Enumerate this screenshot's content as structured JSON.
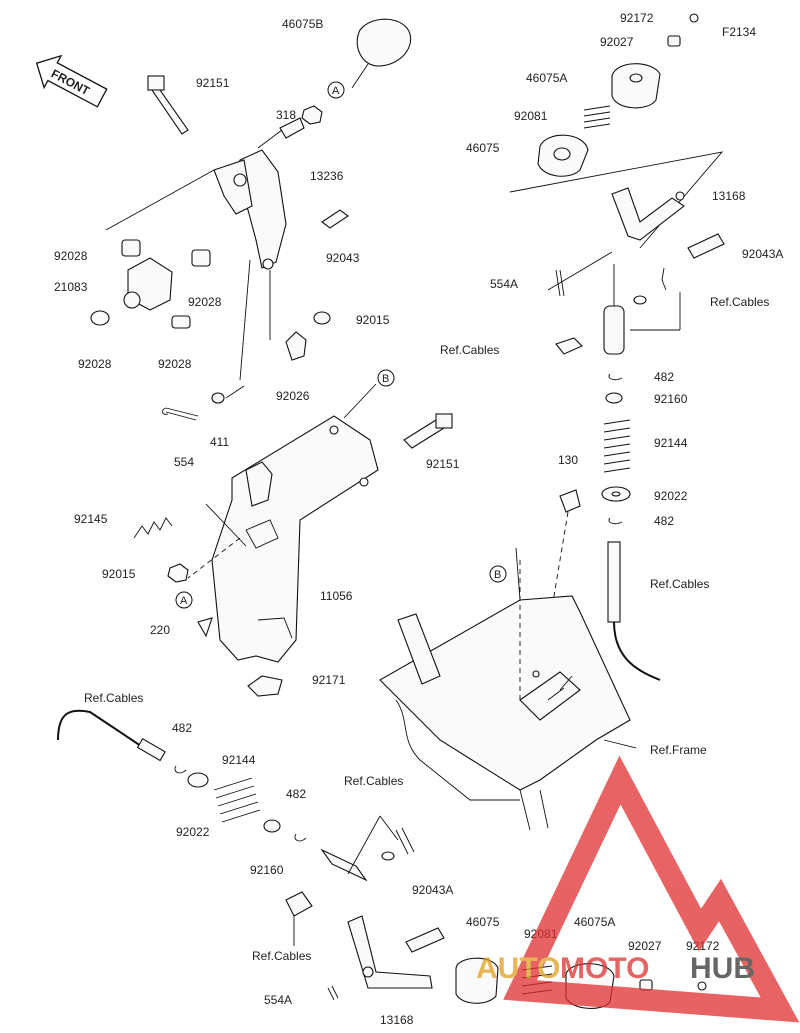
{
  "figure_code": "F2134",
  "front_label": "FRONT",
  "callout_a": "A",
  "callout_b": "B",
  "labels": {
    "p46075B": "46075B",
    "p92151_top": "92151",
    "p318": "318",
    "p13236": "13236",
    "p92028_1": "92028",
    "p21083": "21083",
    "p92028_2": "92028",
    "p92028_3": "92028",
    "p92028_4": "92028",
    "p92043": "92043",
    "p92015_top": "92015",
    "p92026": "92026",
    "p411": "411",
    "p554": "554",
    "p92151_mid": "92151",
    "p92145": "92145",
    "p92015_mid": "92015",
    "p11056": "11056",
    "p220": "220",
    "p92171": "92171",
    "p92172_top": "92172",
    "p92027_top": "92027",
    "p46075A_top": "46075A",
    "p92081_top": "92081",
    "p46075_top": "46075",
    "p13168_top": "13168",
    "p92043A_top": "92043A",
    "p554A_top": "554A",
    "refcables_r1": "Ref.Cables",
    "refcables_r2": "Ref.Cables",
    "p482_r1": "482",
    "p92160_r": "92160",
    "p92144_r": "92144",
    "p130": "130",
    "p92022_r": "92022",
    "p482_r2": "482",
    "refcables_r3": "Ref.Cables",
    "refframe": "Ref.Frame",
    "refcables_l": "Ref.Cables",
    "p482_l1": "482",
    "p92144_l": "92144",
    "p92022_l": "92022",
    "p482_l2": "482",
    "p92160_l": "92160",
    "refcables_b1": "Ref.Cables",
    "refcables_b2": "Ref.Cables",
    "p92043A_b": "92043A",
    "p46075_b": "46075",
    "p46075A_b": "46075A",
    "p92081_b": "92081",
    "p92027_b": "92027",
    "p92172_b": "92172",
    "p554A_b": "554A",
    "p13168_b": "13168"
  },
  "watermark": {
    "text_left": "AUTO",
    "text_mid": "MOTO",
    "text_right": "HUB"
  },
  "colors": {
    "watermark_red": "#e03030",
    "watermark_gold": "#e0a020",
    "watermark_dark": "#333333"
  }
}
